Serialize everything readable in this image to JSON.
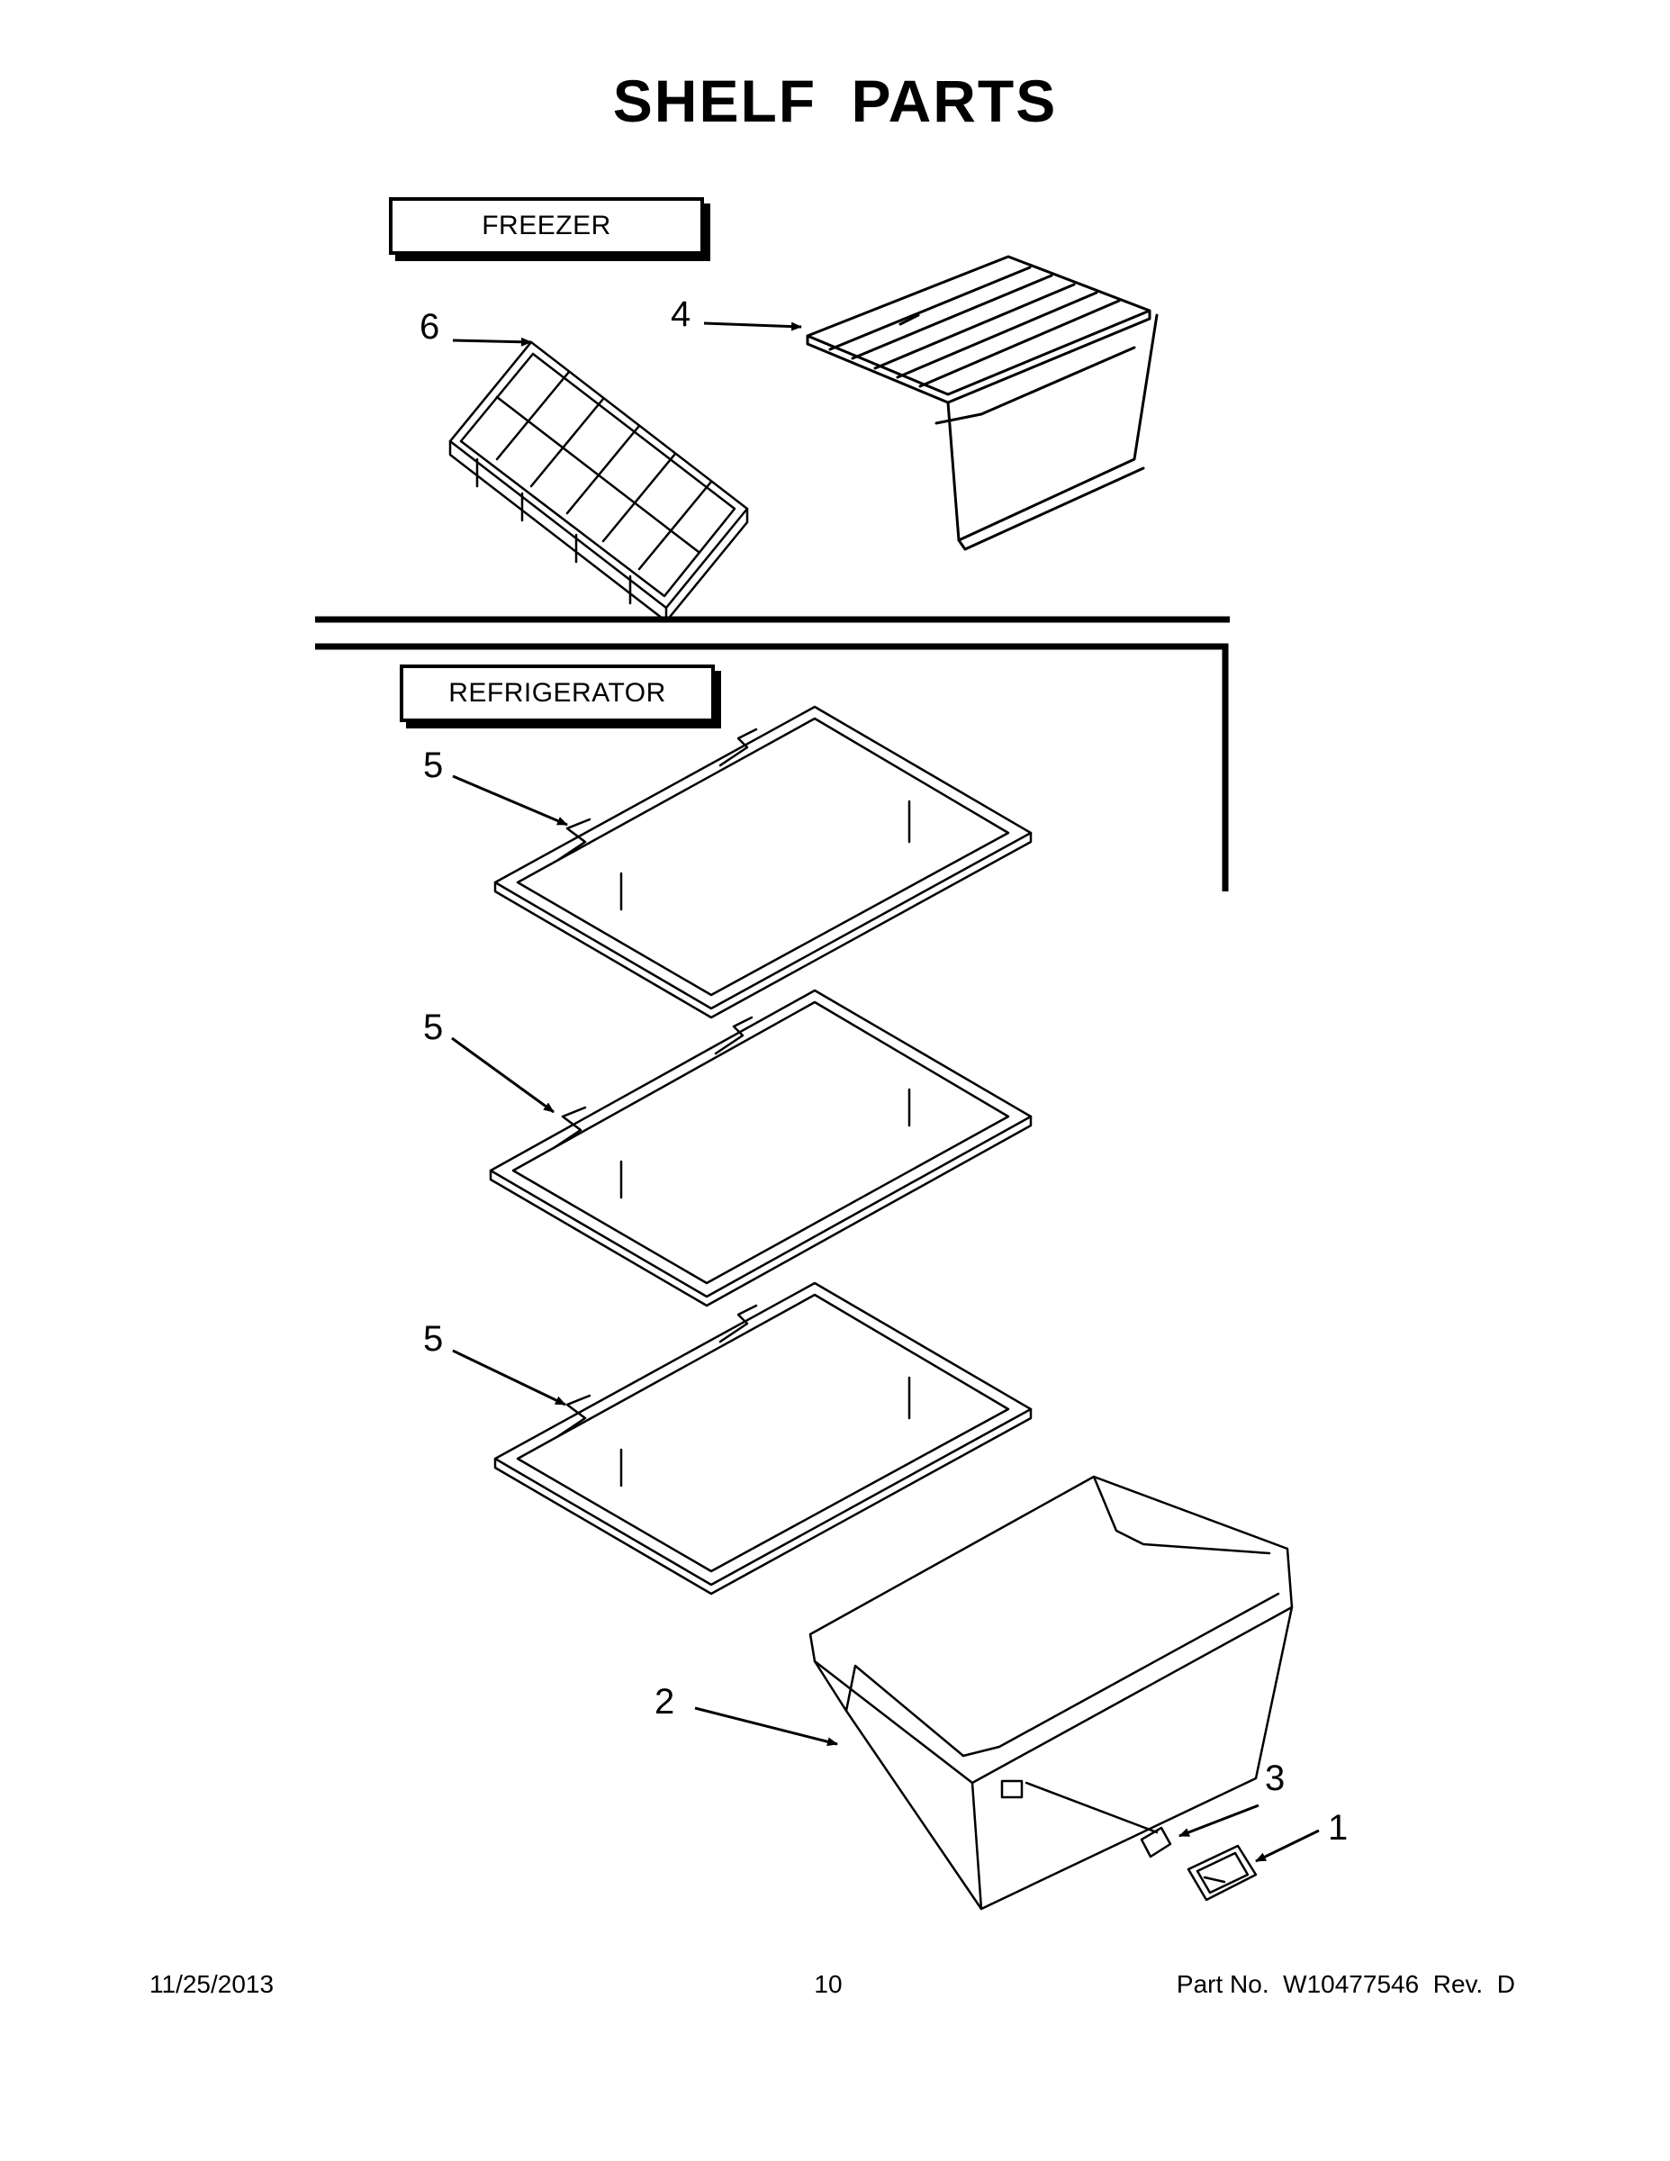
{
  "title": "SHELF PARTS",
  "sections": {
    "freezer": "FREEZER",
    "refrigerator": "REFRIGERATOR"
  },
  "callouts": {
    "ice_tray": "6",
    "wire_shelf": "4",
    "glass_shelf_top": "5",
    "glass_shelf_middle": "5",
    "glass_shelf_bottom": "5",
    "crisper_drawer": "2",
    "drawer_insert": "3",
    "drawer_handle": "1"
  },
  "footer": {
    "date": "11/25/2013",
    "page": "10",
    "part_no": "Part No.  W10477546  Rev.  D"
  }
}
